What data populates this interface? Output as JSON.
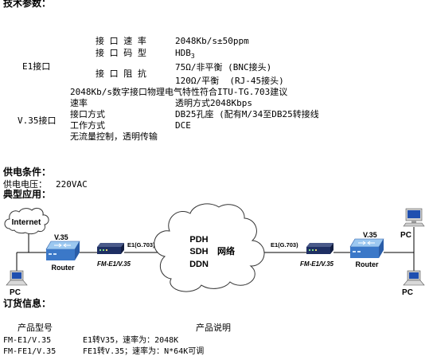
{
  "tech_params": {
    "title": "技术参数：",
    "e1": {
      "group_label": "E1接口",
      "rate_label": "接 口 速 率",
      "rate_value": "2048Kb/s±50ppm",
      "code_label": "接 口 码 型",
      "code_value": "HDB",
      "code_subscript": "3",
      "impedance_label": "接 口 阻 抗",
      "impedance_unbalanced": "75Ω/非平衡 (BNC接头)",
      "impedance_balanced": "120Ω/平衡  (RJ-45接头)",
      "standard": "2048Kb/s数字接口物理电气特性符合ITU-TG.703建议"
    },
    "v35": {
      "group_label": "V.35接口",
      "rate_label": "速率",
      "rate_value": "透明方式2048Kbps",
      "interface_label": "接口方式",
      "interface_value": "DB25孔座 (配有M/34至DB25转接线",
      "mode_label": "工作方式",
      "mode_value": "DCE",
      "flow_control": "无流量控制，透明传输"
    }
  },
  "power": {
    "title": "供电条件：",
    "voltage_label": "供电电压：",
    "voltage_value": "220VAC"
  },
  "application": {
    "title": "典型应用：",
    "internet_label": "Internet",
    "left": {
      "v35_label": "V.35",
      "router_label": "Router",
      "device_label": "FM-E1/V.35",
      "e1_label": "E1(G.703)",
      "pc_label": "PC"
    },
    "network": {
      "line1": "PDH",
      "line2": "SDH",
      "line3": "DDN",
      "label": "网络"
    },
    "right": {
      "e1_label": "E1(G.703)",
      "device_label": "FM-E1/V.35",
      "router_label": "Router",
      "v35_label": "V.35",
      "pc_top_label": "PC",
      "pc_bottom_label": "PC"
    }
  },
  "order": {
    "title": "订货信息：",
    "headers": [
      "产品型号",
      "产品说明"
    ],
    "rows": [
      [
        "FM-E1/V.35",
        "E1转V35，速率为：2048K"
      ],
      [
        "FM-FE1/V.35",
        "FE1转V.35；速率为：N*64K可调"
      ]
    ]
  },
  "colors": {
    "router_top": "#9cc8f0",
    "router_front": "#3b78c8",
    "router_side": "#2a5da8",
    "device_top": "#4a5a8a",
    "device_front": "#1e2f63",
    "device_side": "#121d40",
    "screen": "#1f4fb0"
  }
}
